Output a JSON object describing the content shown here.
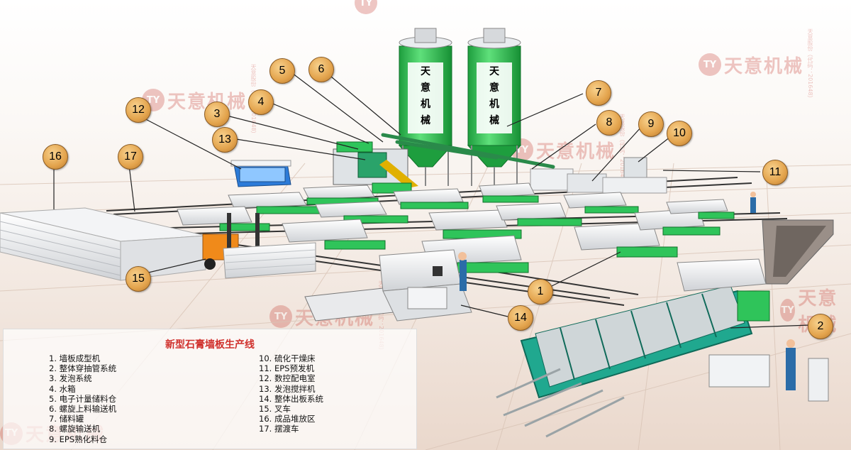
{
  "legend": {
    "title": "新型石膏墙板生产线",
    "items": [
      "1. 墙板成型机",
      "2. 整体穿抽管系统",
      "3. 发泡系统",
      "4. 水箱",
      "5. 电子计量储料仓",
      "6. 螺旋上料输送机",
      "7. 储料罐",
      "8. 螺旋输送机",
      "9. EPS熟化料仓",
      "10. 硫化干燥床",
      "11. EPS预发机",
      "12. 数控配电室",
      "13. 发泡搅拌机",
      "14. 整体出板系统",
      "15. 叉车",
      "16. 成品堆放区",
      "17. 摆渡车"
    ]
  },
  "callouts": [
    "1",
    "2",
    "3",
    "4",
    "5",
    "6",
    "7",
    "8",
    "9",
    "10",
    "11",
    "12",
    "13",
    "14",
    "15",
    "16",
    "17"
  ],
  "silo_text": [
    "天",
    "意",
    "机",
    "械"
  ],
  "watermark": {
    "brand": "天意机械",
    "sub": "天意股份（代码：201648）"
  },
  "colors": {
    "accent_green": "#2fc45a",
    "badge": "#e3a34c",
    "title_red": "#d0302c",
    "frame_teal": "#1aa38c"
  }
}
